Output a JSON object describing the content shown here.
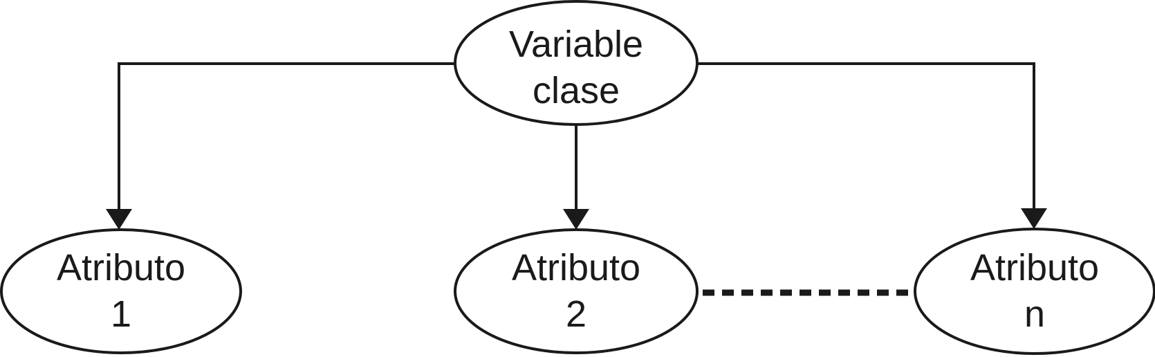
{
  "diagram": {
    "colors": {
      "ink": "#1a1a1a",
      "background": "#ffffff"
    },
    "nodes": {
      "class_node": {
        "line1": "Variable",
        "line2": "clase"
      },
      "attr1": {
        "line1": "Atributo",
        "line2": "1"
      },
      "attr2": {
        "line1": "Atributo",
        "line2": "2"
      },
      "attrn": {
        "line1": "Atributo",
        "line2": "n"
      }
    },
    "edges": [
      {
        "from": "class_node",
        "to": "attr1",
        "style": "elbow-arrow"
      },
      {
        "from": "class_node",
        "to": "attr2",
        "style": "straight-arrow"
      },
      {
        "from": "class_node",
        "to": "attrn",
        "style": "elbow-arrow"
      }
    ],
    "ellipsis_between": [
      "attr2",
      "attrn"
    ]
  }
}
